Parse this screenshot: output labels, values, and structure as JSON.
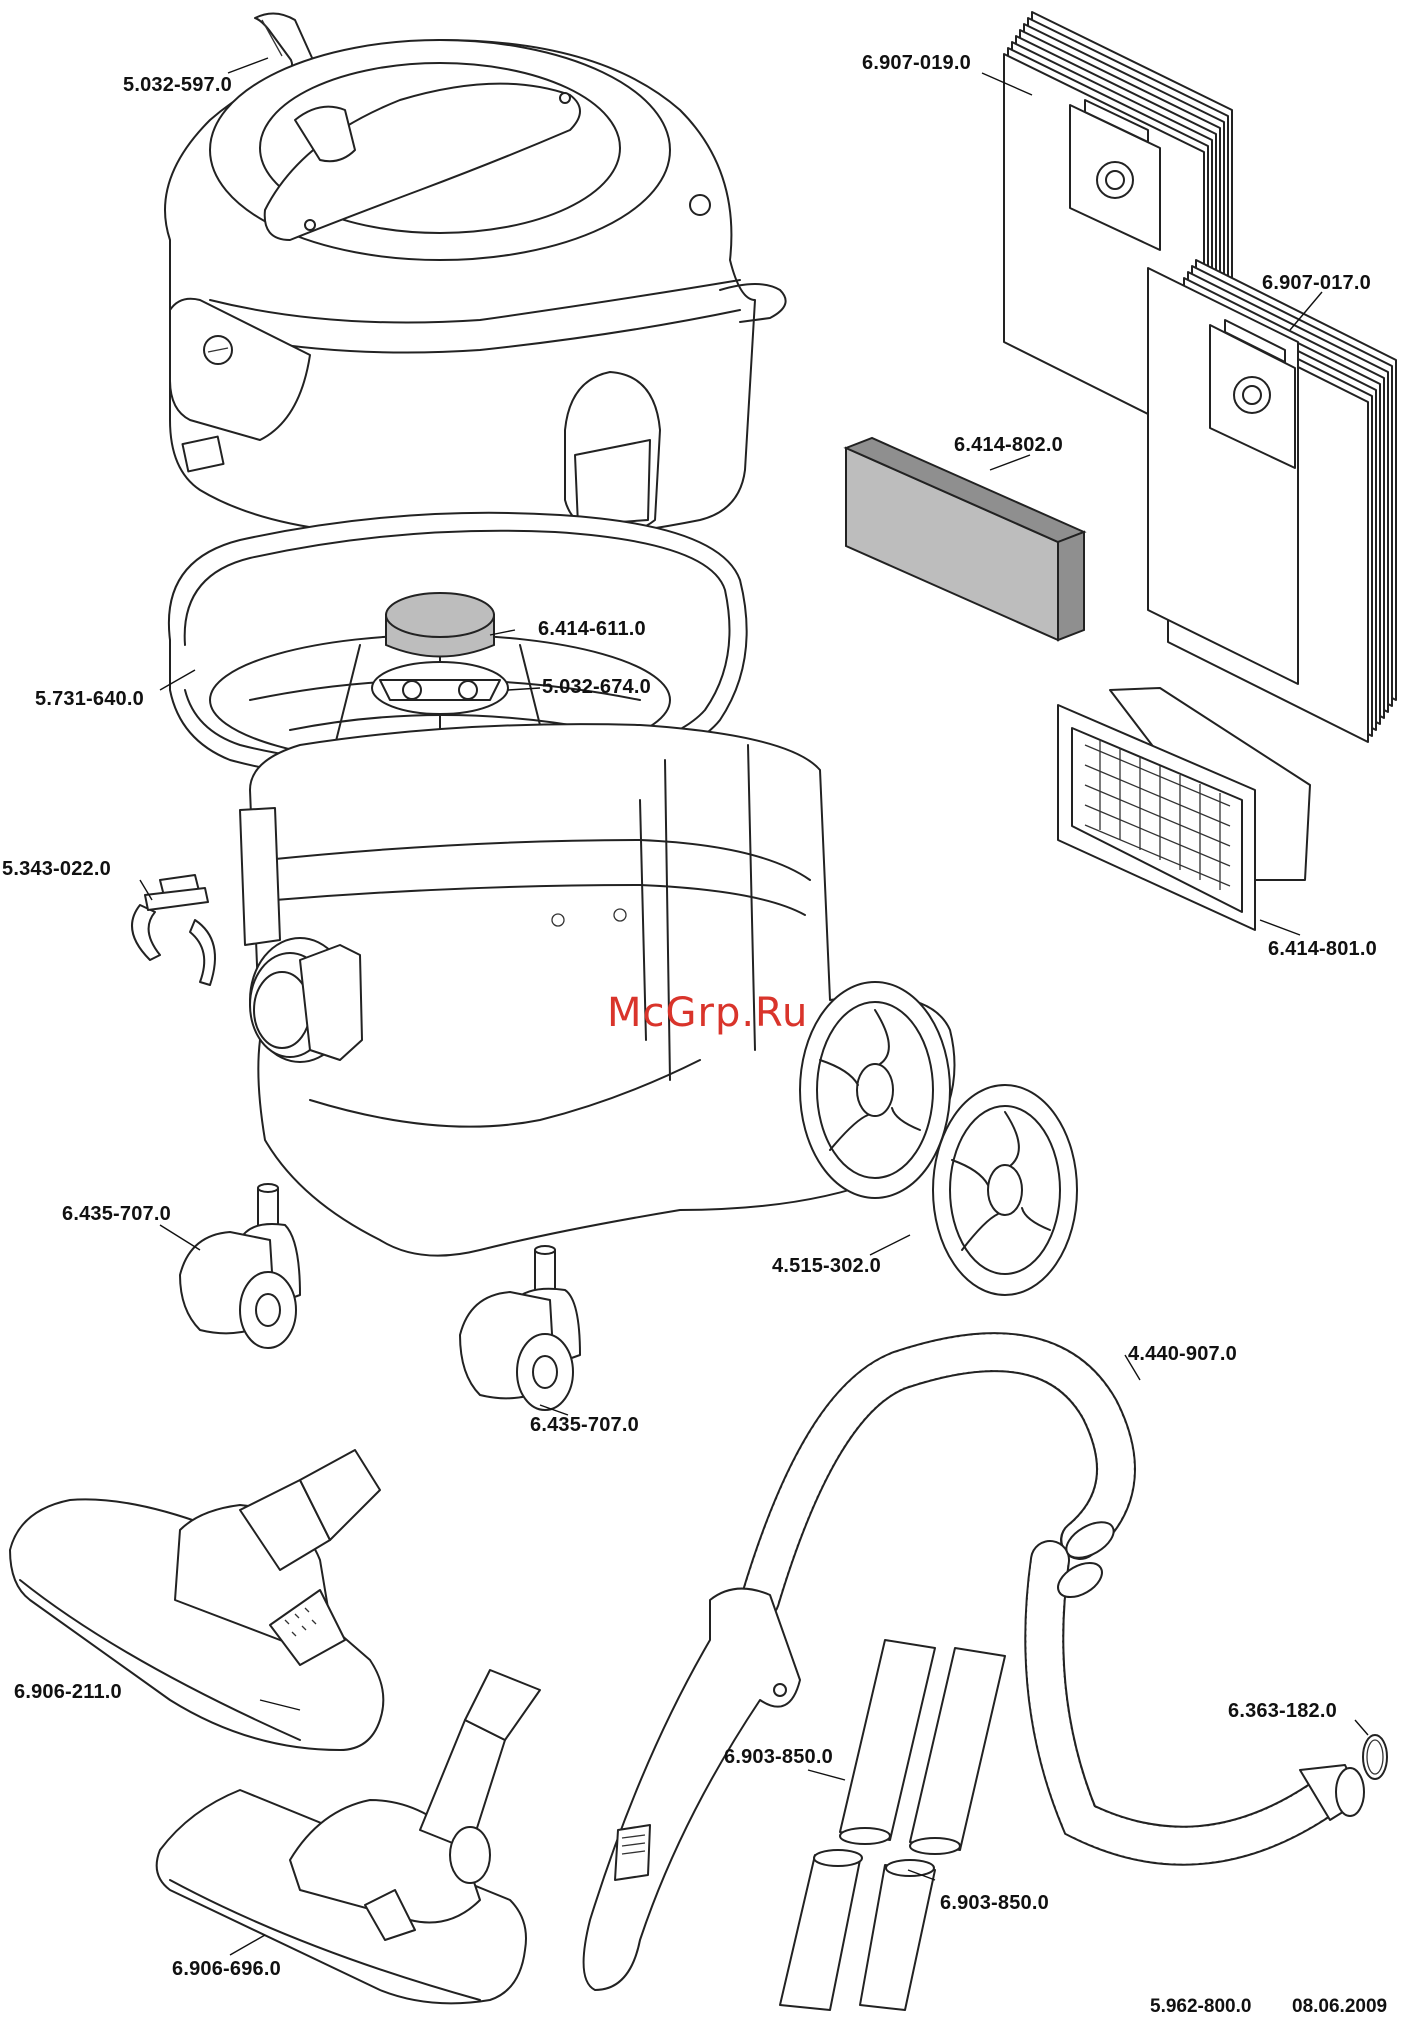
{
  "watermark": "McGrp.Ru",
  "footer": {
    "doc_number": "5.962-800.0",
    "date": "08.06.2009"
  },
  "parts": [
    {
      "id": "handle-clip",
      "number": "5.032-597.0"
    },
    {
      "id": "filter-bags-a",
      "number": "6.907-019.0"
    },
    {
      "id": "filter-bags-b",
      "number": "6.907-017.0"
    },
    {
      "id": "flat-filter",
      "number": "6.414-802.0"
    },
    {
      "id": "float-disc",
      "number": "6.414-611.0"
    },
    {
      "id": "basket",
      "number": "5.731-640.0"
    },
    {
      "id": "float-holder",
      "number": "5.032-674.0"
    },
    {
      "id": "hose-clip",
      "number": "5.343-022.0"
    },
    {
      "id": "cartridge-filter",
      "number": "6.414-801.0"
    },
    {
      "id": "caster-left",
      "number": "6.435-707.0"
    },
    {
      "id": "rear-wheel",
      "number": "4.515-302.0"
    },
    {
      "id": "caster-right",
      "number": "6.435-707.0"
    },
    {
      "id": "suction-hose",
      "number": "4.440-907.0"
    },
    {
      "id": "floor-nozzle-a",
      "number": "6.906-211.0"
    },
    {
      "id": "o-ring",
      "number": "6.363-182.0"
    },
    {
      "id": "suction-tube-a",
      "number": "6.903-850.0"
    },
    {
      "id": "suction-tube-b",
      "number": "6.903-850.0"
    },
    {
      "id": "floor-nozzle-b",
      "number": "6.906-696.0"
    }
  ]
}
